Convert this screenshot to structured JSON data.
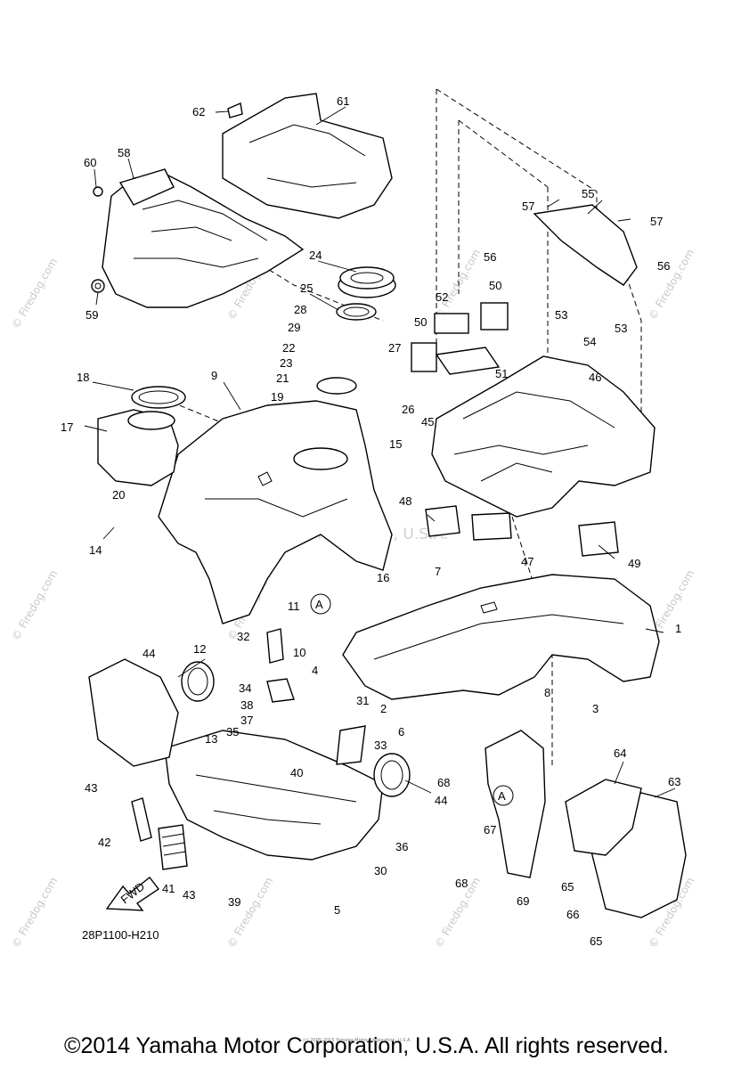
{
  "diagram": {
    "part_numbers": [
      "1",
      "2",
      "3",
      "4",
      "5",
      "6",
      "7",
      "8",
      "9",
      "10",
      "11",
      "12",
      "13",
      "14",
      "15",
      "16",
      "17",
      "18",
      "19",
      "20",
      "21",
      "22",
      "23",
      "24",
      "25",
      "26",
      "27",
      "28",
      "29",
      "30",
      "31",
      "32",
      "33",
      "34",
      "35",
      "36",
      "37",
      "38",
      "39",
      "40",
      "41",
      "42",
      "43",
      "43",
      "44",
      "44",
      "45",
      "46",
      "47",
      "48",
      "49",
      "50",
      "50",
      "51",
      "52",
      "53",
      "53",
      "54",
      "55",
      "56",
      "56",
      "57",
      "57",
      "58",
      "59",
      "60",
      "61",
      "62",
      "63",
      "64",
      "65",
      "65",
      "66",
      "67",
      "68",
      "68",
      "69"
    ],
    "callout_a": "A",
    "fwd_label": "FWD",
    "drawing_code": "28P1100-H210",
    "watermark_site": "© Firedog.com",
    "watermark_center": "Yamaha Motor Corp, U.S.A.",
    "tiny_note": "(c) 2005-2015 Yamaha Motor Corporation, U.S.A."
  },
  "footer": {
    "copyright": "©2014 Yamaha Motor Corporation, U.S.A. All rights reserved."
  }
}
